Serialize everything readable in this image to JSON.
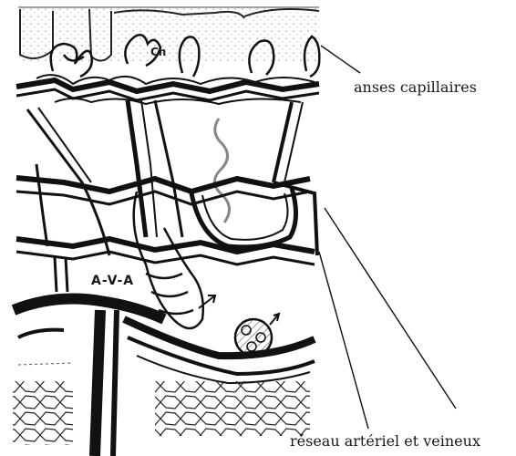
{
  "labels": {
    "capillary_loops": "anses capillaires",
    "arterial_venous_network": "réseau artériel et veineux",
    "cn": "Cn",
    "ava": "A-V-A"
  },
  "colors": {
    "ink": "#1a1a1a",
    "background": "#ffffff"
  }
}
